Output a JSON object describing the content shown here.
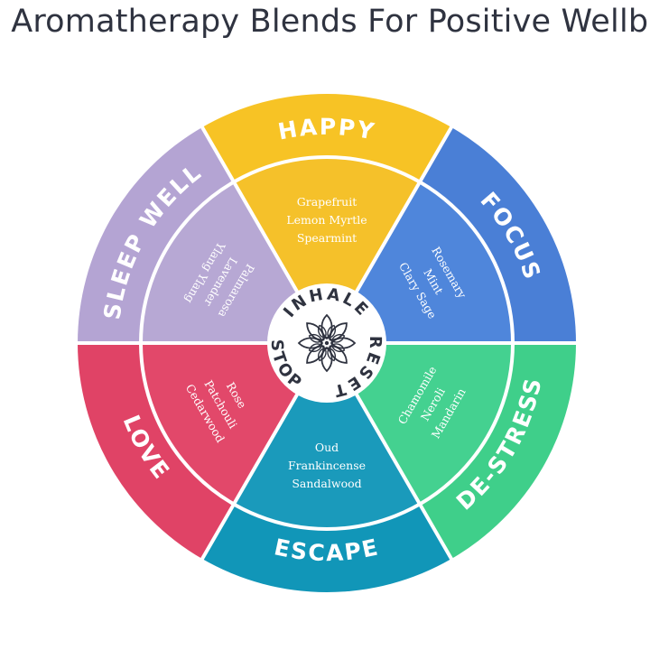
{
  "title": "x Aromatherapy Blends For Positive Wellbe",
  "hub": {
    "words": [
      "INHALE",
      "RESET",
      "STOP"
    ],
    "icon": "lotus-icon"
  },
  "segments": [
    {
      "key": "happy",
      "label": "HAPPY",
      "outer": "#f7c325",
      "inner": "#f5c12a",
      "ingredients": [
        "Grapefruit",
        "Lemon Myrtle",
        "Spearmint"
      ]
    },
    {
      "key": "focus",
      "label": "FOCUS",
      "outer": "#4a7fd6",
      "inner": "#4f86db",
      "ingredients": [
        "Rosemary",
        "Mint",
        "Clary Sage"
      ]
    },
    {
      "key": "de-stress",
      "label": "DE-STRESS",
      "outer": "#3fcf8a",
      "inner": "#44d190",
      "ingredients": [
        "Chamomile",
        "Neroli",
        "Mandarin"
      ]
    },
    {
      "key": "escape",
      "label": "ESCAPE",
      "outer": "#1196b8",
      "inner": "#1a9abb",
      "ingredients": [
        "Oud",
        "Frankincense",
        "Sandalwood"
      ]
    },
    {
      "key": "love",
      "label": "LOVE",
      "outer": "#e04366",
      "inner": "#e2486a",
      "ingredients": [
        "Rose",
        "Patchouli",
        "Cedarwood"
      ]
    },
    {
      "key": "sleep-well",
      "label": "SLEEP WELL",
      "outer": "#b4a4d3",
      "inner": "#b7a8d4",
      "ingredients": [
        "Palmarosa",
        "Lavender",
        "Ylang Ylang"
      ]
    }
  ]
}
